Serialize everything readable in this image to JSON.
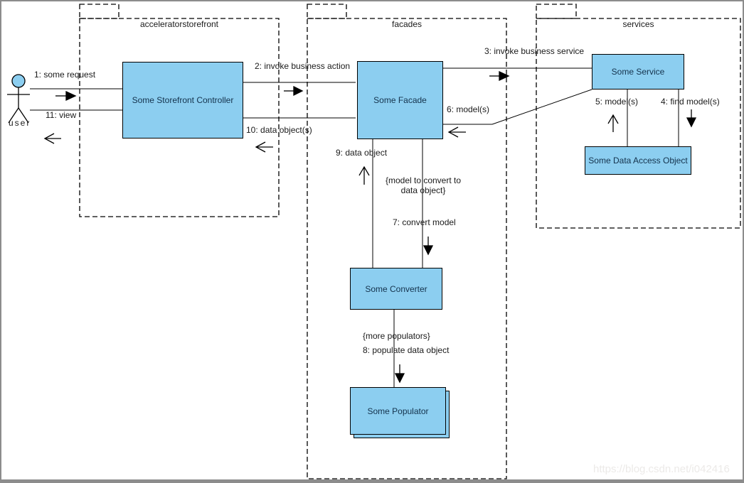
{
  "packages": [
    {
      "name": "acceleratorstorefront"
    },
    {
      "name": "facades"
    },
    {
      "name": "services"
    }
  ],
  "actor": {
    "label": "user"
  },
  "nodes": [
    {
      "label": "Some Storefront Controller"
    },
    {
      "label": "Some Facade"
    },
    {
      "label": "Some Service"
    },
    {
      "label": "Some Data Access Object"
    },
    {
      "label": "Some Converter"
    },
    {
      "label": "Some Populator"
    }
  ],
  "messages": {
    "m1": "1: some request",
    "m2": "2: invoke business action",
    "m3": "3: invoke business service",
    "m4": "4: find model(s)",
    "m5": "5: model(s)",
    "m6": "6: model(s)",
    "m7": "7: convert model",
    "m8": "8: populate data object",
    "m9": "9: data object",
    "m10": "10: data object(s)",
    "m11": "11: view"
  },
  "constraints": {
    "model_to_convert": "{model to convert to\ndata object}",
    "more_populators": "{more populators}"
  },
  "watermark": "https://blog.csdn.net/i042416",
  "colors": {
    "node_fill": "#8CCEF0",
    "node_border": "#000000",
    "node_text": "#14324C",
    "line": "#000000",
    "watermark": "#ECEAE8",
    "frame": "#8C8C8C"
  }
}
